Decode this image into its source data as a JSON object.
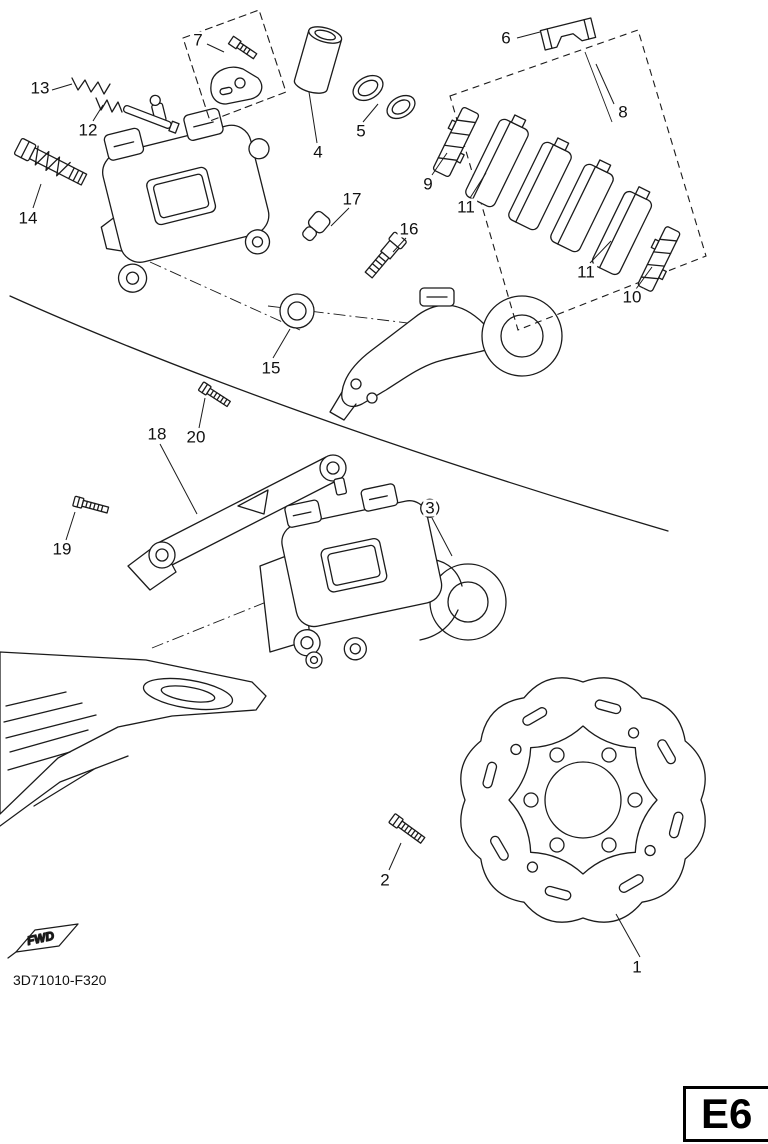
{
  "page": {
    "drawing_code": "3D71010-F320",
    "fwd_label": "FWD",
    "page_code": "E6"
  },
  "callouts": [
    "13",
    "12",
    "7",
    "14",
    "4",
    "5",
    "6",
    "8",
    "9",
    "11",
    "17",
    "16",
    "11",
    "10",
    "15",
    "18",
    "20",
    "19",
    "3",
    "2",
    "1"
  ]
}
